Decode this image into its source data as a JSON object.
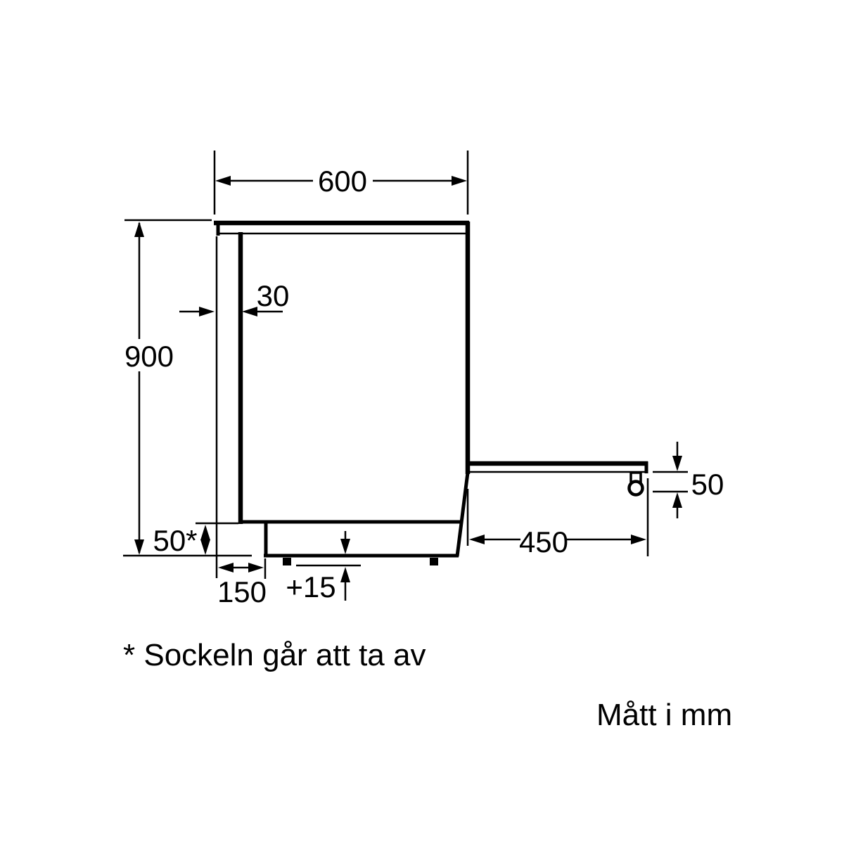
{
  "page": {
    "background": "#ffffff",
    "line_color": "#000000"
  },
  "diagram": {
    "dim_width_top": "600",
    "dim_height_left": "900",
    "dim_worktop_overhang": "30",
    "dim_plinth_height": "50*",
    "dim_plinth_recess": "150",
    "dim_feet_adjust": "+15",
    "dim_door_depth": "450",
    "dim_door_clearance": "50"
  },
  "notes": {
    "footnote": "* Sockeln går att ta av",
    "units": "Mått i mm"
  }
}
